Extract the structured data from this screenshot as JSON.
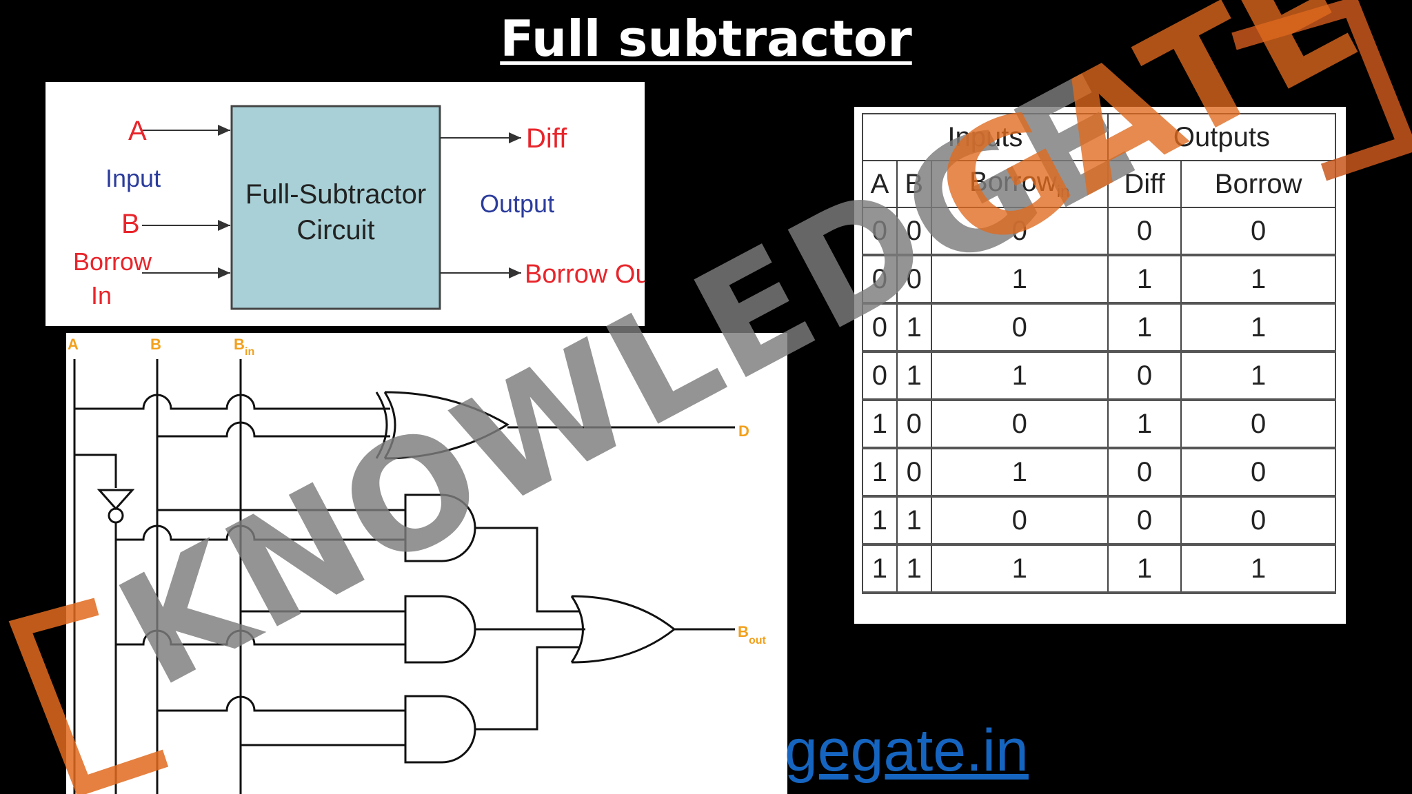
{
  "title": "Full subtractor",
  "block_diagram": {
    "input_a": "A",
    "input_group_label": "Input",
    "input_b": "B",
    "borrow_in_line1": "Borrow",
    "borrow_in_line2": "In",
    "box_line1": "Full-Subtractor",
    "box_line2": "Circuit",
    "output_diff": "Diff",
    "output_group_label": "Output",
    "output_borrow": "Borrow Out",
    "box_color": "#a8d0d6",
    "input_color": "#e8252b",
    "group_label_color": "#2b3c9c"
  },
  "logic_circuit": {
    "label_a": "A",
    "label_b": "B",
    "label_bin_main": "B",
    "label_bin_sub": "in",
    "label_d": "D",
    "label_bout_main": "B",
    "label_bout_sub": "out",
    "label_color": "#f2a01c"
  },
  "truth_table": {
    "group_headers": [
      "Inputs",
      "Outputs"
    ],
    "columns": [
      "A",
      "B",
      "Borrow",
      "Diff",
      "Borrow"
    ],
    "borrow_in_subscript": "in",
    "rows": [
      [
        "0",
        "0",
        "0",
        "0",
        "0"
      ],
      [
        "0",
        "0",
        "1",
        "1",
        "1"
      ],
      [
        "0",
        "1",
        "0",
        "1",
        "1"
      ],
      [
        "0",
        "1",
        "1",
        "0",
        "1"
      ],
      [
        "1",
        "0",
        "0",
        "1",
        "0"
      ],
      [
        "1",
        "0",
        "1",
        "0",
        "0"
      ],
      [
        "1",
        "1",
        "0",
        "0",
        "0"
      ],
      [
        "1",
        "1",
        "1",
        "1",
        "1"
      ]
    ]
  },
  "url_text": "gegate.in",
  "watermark": {
    "text_gray": "KNOWLEDGE",
    "text_orange": "GATE",
    "gray_color": "#7d7d7d",
    "orange_color": "#e06a1e"
  }
}
